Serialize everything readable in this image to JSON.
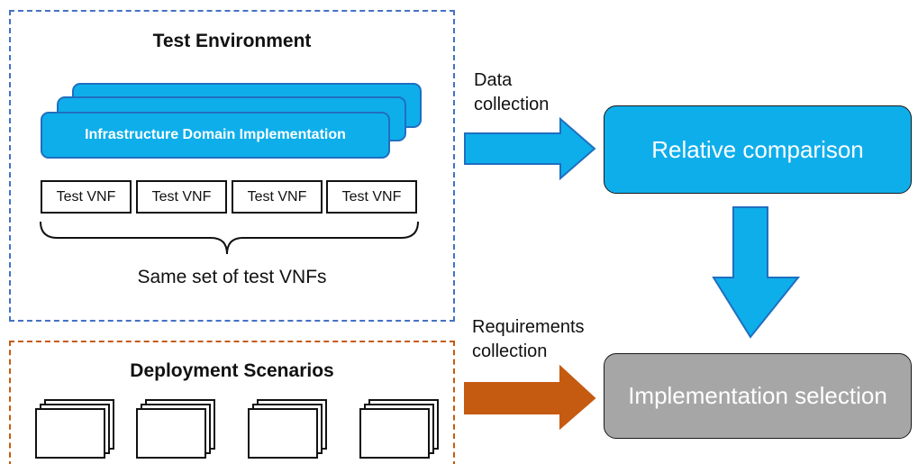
{
  "test_environment": {
    "title": "Test Environment",
    "infra_label": "Infrastructure Domain Implementation",
    "vnfs": [
      "Test VNF",
      "Test VNF",
      "Test VNF",
      "Test VNF"
    ],
    "caption": "Same set of test VNFs"
  },
  "deployment": {
    "title": "Deployment Scenarios"
  },
  "arrows": {
    "data_collection": [
      "Data",
      "collection"
    ],
    "requirements_collection": [
      "Requirements",
      "collection"
    ]
  },
  "boxes": {
    "relative_comparison": "Relative comparison",
    "implementation_selection": "Implementation selection"
  },
  "colors": {
    "blue": "#0eaeeb",
    "orange": "#c55a11",
    "gray": "#a6a6a6",
    "dashed_blue": "#4472c4"
  }
}
